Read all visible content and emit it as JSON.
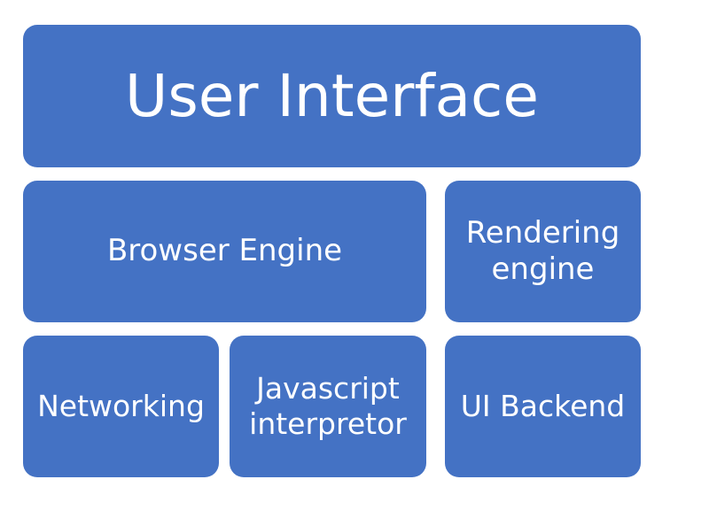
{
  "diagram": {
    "colors": {
      "box_fill": "#4472c4",
      "text": "#ffffff",
      "background": "#ffffff"
    },
    "boxes": {
      "user_interface": "User Interface",
      "browser_engine": "Browser Engine",
      "rendering_engine": "Rendering\nengine",
      "networking": "Networking",
      "javascript_interpreter": "Javascript\ninterpretor",
      "ui_backend": "UI Backend"
    }
  }
}
